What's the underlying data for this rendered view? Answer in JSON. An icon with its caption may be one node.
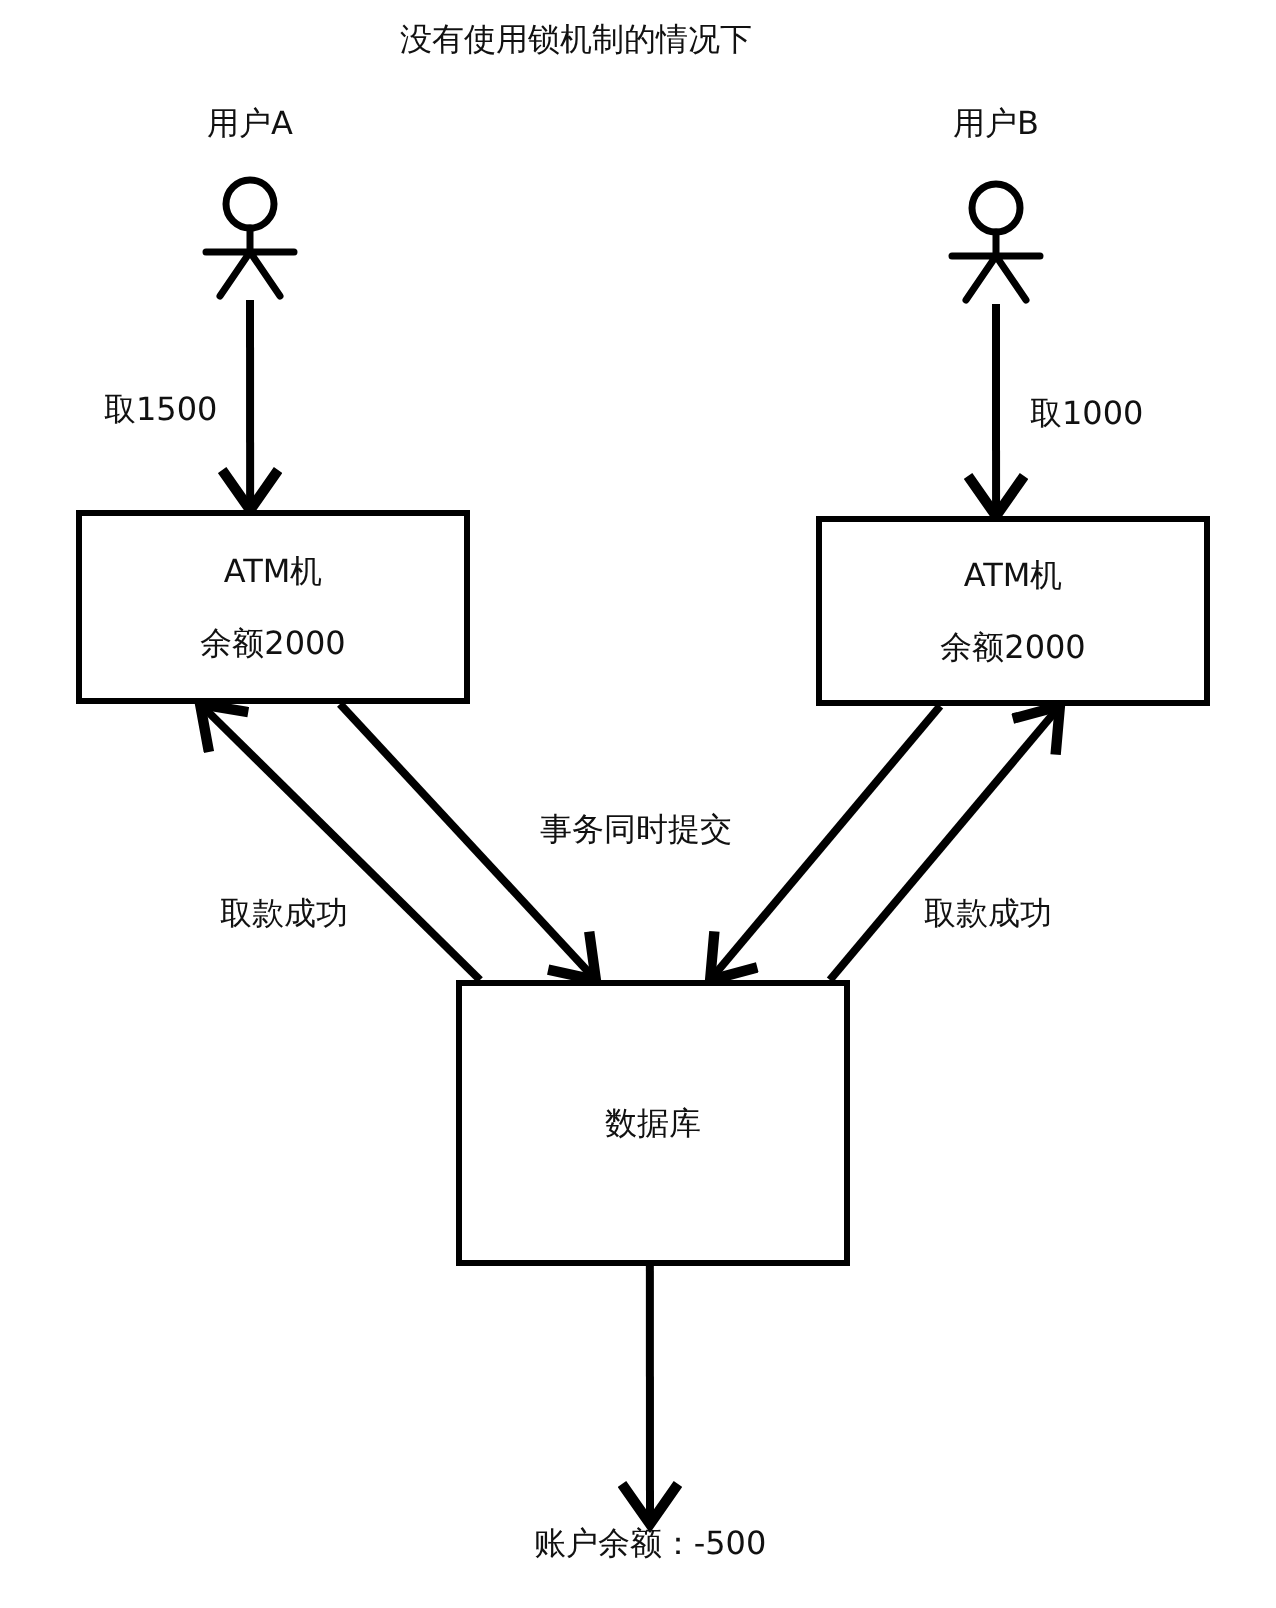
{
  "diagram": {
    "title": "没有使用锁机制的情况下",
    "nodes": [
      {
        "text": [
          "用户A"
        ]
      },
      {
        "text": [
          "用户B"
        ]
      },
      {
        "text": [
          "ATM机",
          "余额2000"
        ]
      },
      {
        "text": [
          "ATM机",
          "余额2000"
        ]
      },
      {
        "text": [
          "数据库"
        ]
      },
      {
        "text": [
          "账户余额：-500"
        ]
      }
    ],
    "edges": [
      {
        "from": 0,
        "to": 2,
        "arrow": "to",
        "label": "取1500"
      },
      {
        "from": 1,
        "to": 3,
        "arrow": "to",
        "label": "取1000"
      },
      {
        "from": 2,
        "to": 4,
        "arrow": "to"
      },
      {
        "from": 4,
        "to": 2,
        "arrow": "to",
        "label": "取款成功"
      },
      {
        "from": 3,
        "to": 4,
        "arrow": "to"
      },
      {
        "from": 4,
        "to": 3,
        "arrow": "to",
        "label": "取款成功"
      },
      {
        "from": 4,
        "to": 5,
        "arrow": "to"
      }
    ],
    "labels": [
      "事务同时提交"
    ]
  }
}
